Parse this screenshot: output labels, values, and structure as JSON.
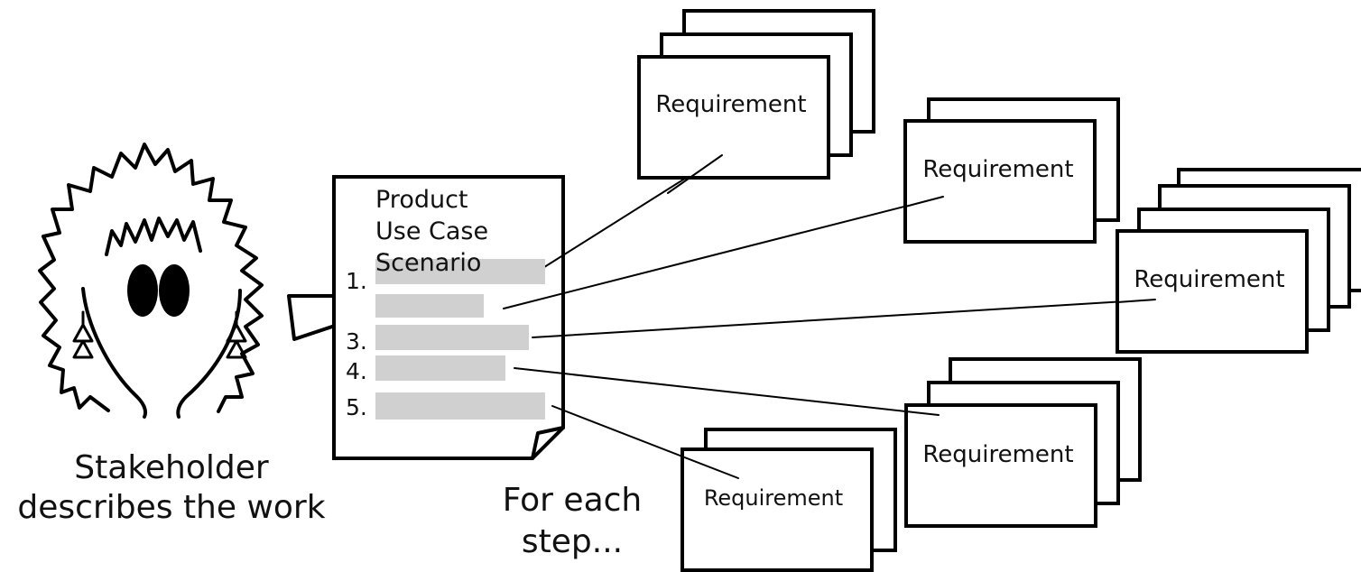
{
  "stakeholder": {
    "caption_line1": "Stakeholder",
    "caption_line2": "describes the work"
  },
  "document": {
    "title_line1": "Product",
    "title_line2": "Use Case",
    "title_line3": "Scenario",
    "steps": [
      {
        "num": "1."
      },
      {
        "num": ""
      },
      {
        "num": "3."
      },
      {
        "num": "4."
      },
      {
        "num": "5."
      }
    ]
  },
  "for_each_step": {
    "line1": "For each",
    "line2": "step..."
  },
  "requirements": [
    {
      "label": "Requirement"
    },
    {
      "label": "Requirement"
    },
    {
      "label": "Requirement"
    },
    {
      "label": "Requirement"
    },
    {
      "label": "Requirement"
    }
  ],
  "colors": {
    "ink": "#000000",
    "step_bar": "#d0d0d0",
    "paper": "#ffffff"
  }
}
